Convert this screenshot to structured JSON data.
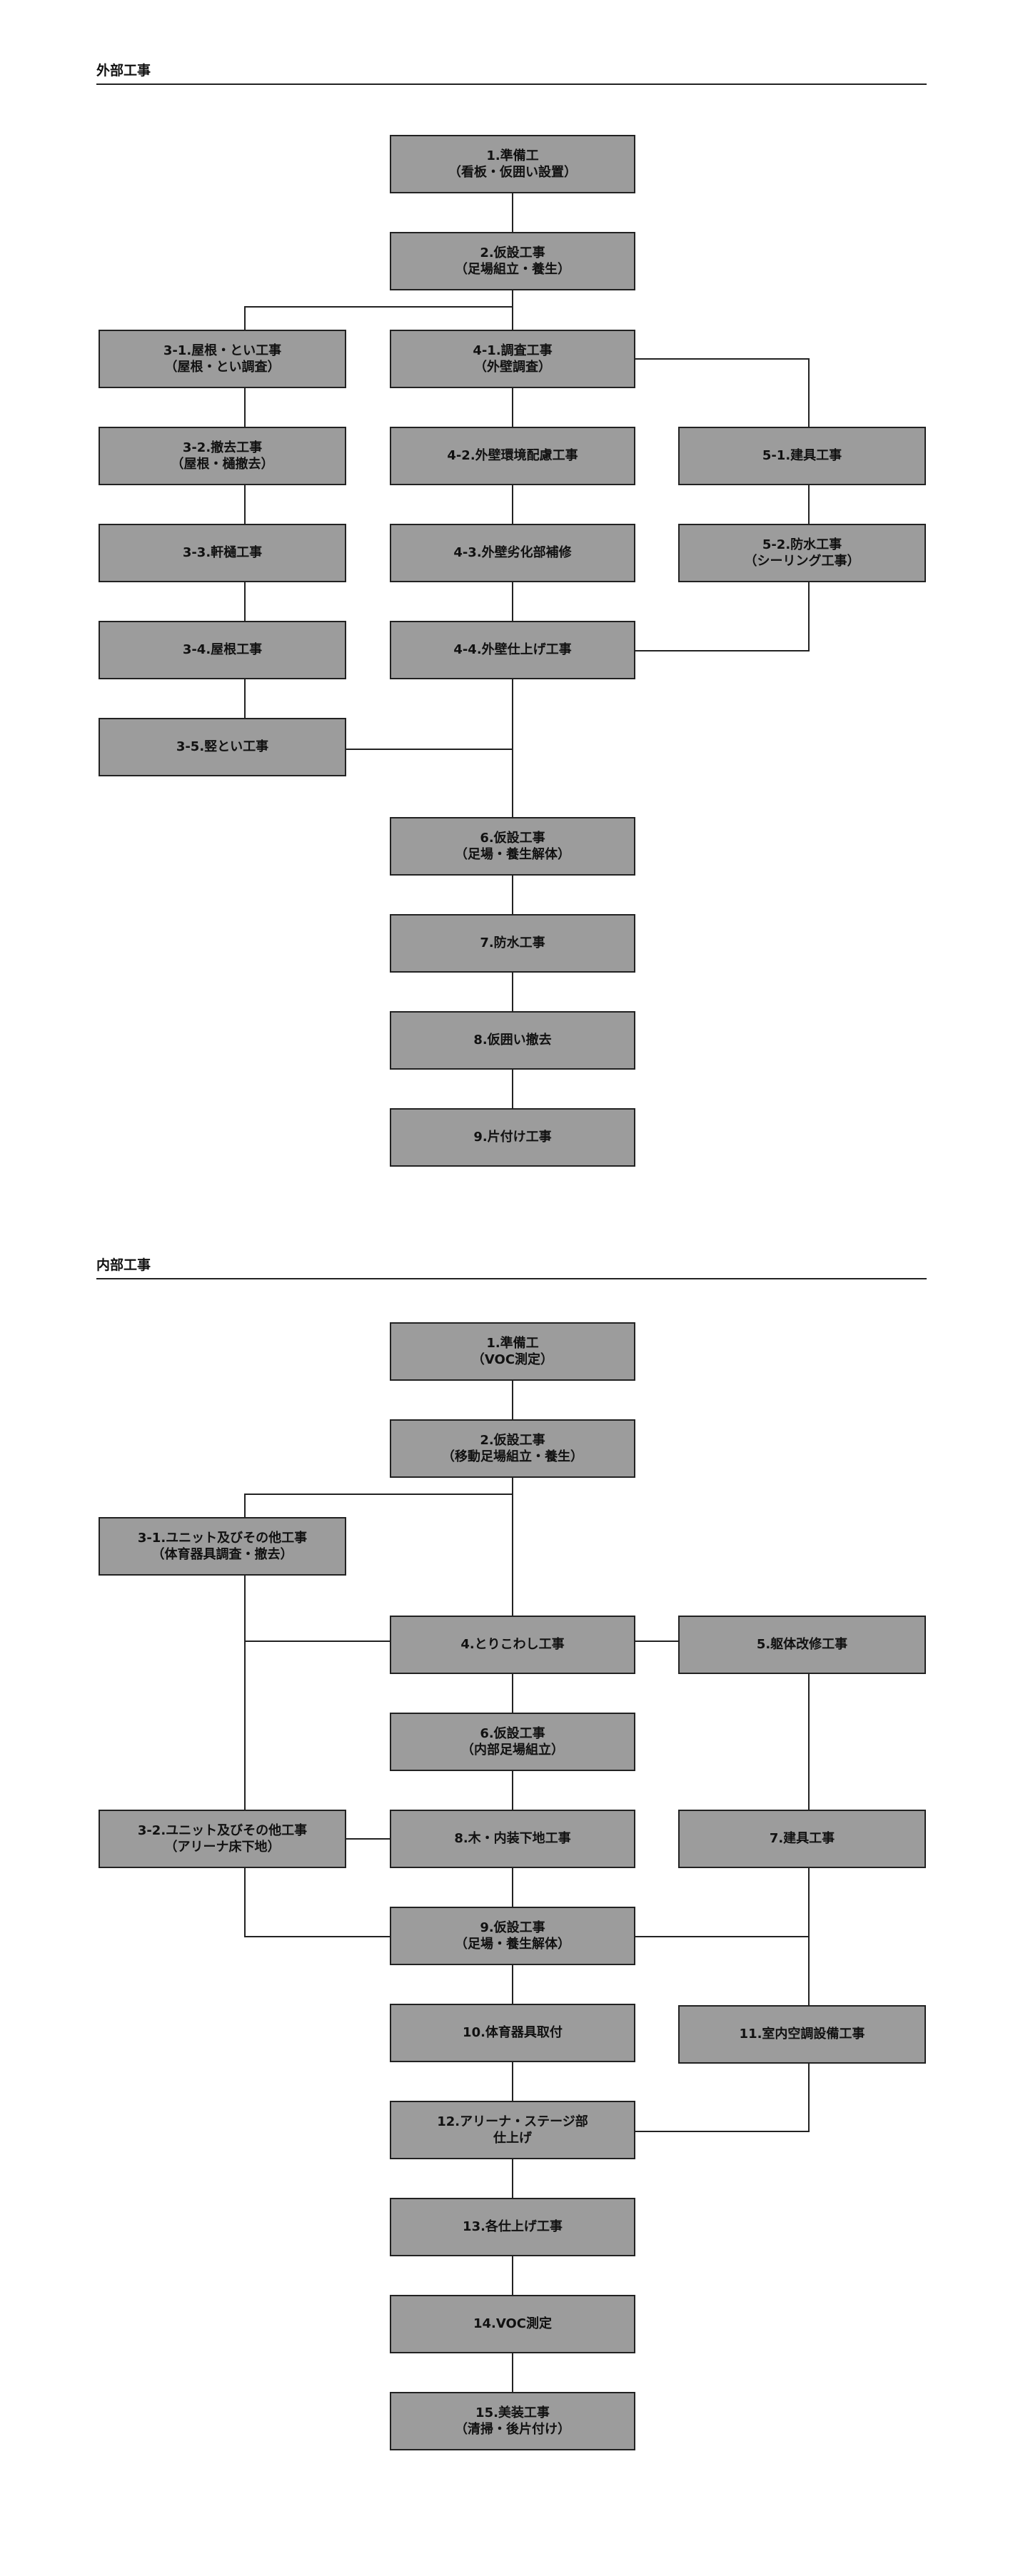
{
  "sections": {
    "exterior": {
      "title": "外部工事",
      "nodes": {
        "e1": [
          "1.準備工",
          "（看板・仮囲い設置）"
        ],
        "e2": [
          "2.仮設工事",
          "（足場組立・養生）"
        ],
        "e31": [
          "3-1.屋根・とい工事",
          "（屋根・とい調査）"
        ],
        "e32": [
          "3-2.撤去工事",
          "（屋根・樋撤去）"
        ],
        "e33": [
          "3-3.軒樋工事"
        ],
        "e34": [
          "3-4.屋根工事"
        ],
        "e35": [
          "3-5.竪とい工事"
        ],
        "e41": [
          "4-1.調査工事",
          "（外壁調査）"
        ],
        "e42": [
          "4-2.外壁環境配慮工事"
        ],
        "e43": [
          "4-3.外壁劣化部補修"
        ],
        "e44": [
          "4-4.外壁仕上げ工事"
        ],
        "e51": [
          "5-1.建具工事"
        ],
        "e52": [
          "5-2.防水工事",
          "（シーリング工事）"
        ],
        "e6": [
          "6.仮設工事",
          "（足場・養生解体）"
        ],
        "e7": [
          "7.防水工事"
        ],
        "e8": [
          "8.仮囲い撤去"
        ],
        "e9": [
          "9.片付け工事"
        ]
      }
    },
    "interior": {
      "title": "内部工事",
      "nodes": {
        "i1": [
          "1.準備工",
          "（VOC測定）"
        ],
        "i2": [
          "2.仮設工事",
          "（移動足場組立・養生）"
        ],
        "i31": [
          "3-1.ユニット及びその他工事",
          "（体育器具調査・撤去）"
        ],
        "i4": [
          "4.とりこわし工事"
        ],
        "i5": [
          "5.躯体改修工事"
        ],
        "i6": [
          "6.仮設工事",
          "（内部足場組立）"
        ],
        "i32": [
          "3-2.ユニット及びその他工事",
          "（アリーナ床下地）"
        ],
        "i8": [
          "8.木・内装下地工事"
        ],
        "i7": [
          "7.建具工事"
        ],
        "i9": [
          "9.仮設工事",
          "（足場・養生解体）"
        ],
        "i10": [
          "10.体育器具取付"
        ],
        "i11": [
          "11.室内空調設備工事"
        ],
        "i12": [
          "12.アリーナ・ステージ部",
          "仕上げ"
        ],
        "i13": [
          "13.各仕上げ工事"
        ],
        "i14": [
          "14.VOC測定"
        ],
        "i15": [
          "15.美装工事",
          "（清掃・後片付け）"
        ]
      }
    }
  },
  "colors": {
    "box_fill": "#9c9c9c",
    "line": "#222222"
  }
}
